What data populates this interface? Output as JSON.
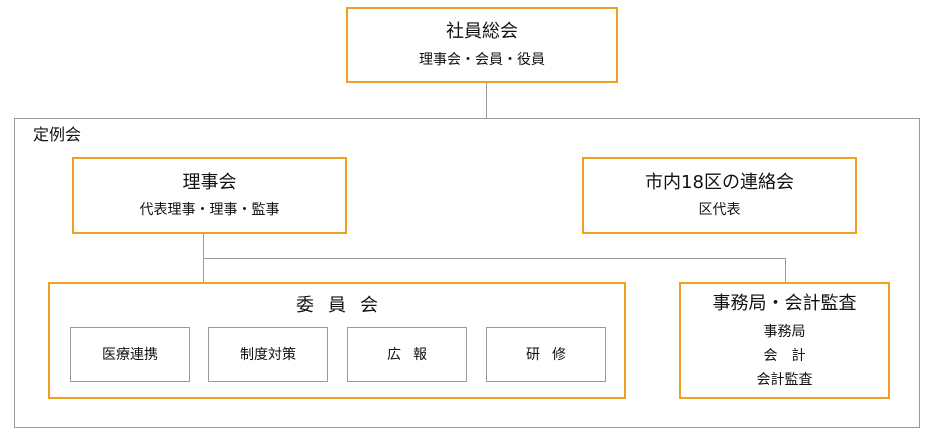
{
  "general_meeting": {
    "title": "社員総会",
    "subtitle": "理事会・会員・役員"
  },
  "regular_meeting": {
    "label": "定例会"
  },
  "board": {
    "title": "理事会",
    "subtitle": "代表理事・理事・監事"
  },
  "liaison": {
    "title": "市内18区の連絡会",
    "subtitle": "区代表"
  },
  "committee": {
    "title": "委員会",
    "items": [
      "医療連携",
      "制度対策",
      "広報",
      "研修"
    ]
  },
  "secretariat": {
    "title": "事務局・会計監査",
    "lines": [
      "事務局",
      "会　計",
      "会計監査"
    ]
  },
  "colors": {
    "accent": "#f0a020",
    "line": "#9a9a9a"
  }
}
